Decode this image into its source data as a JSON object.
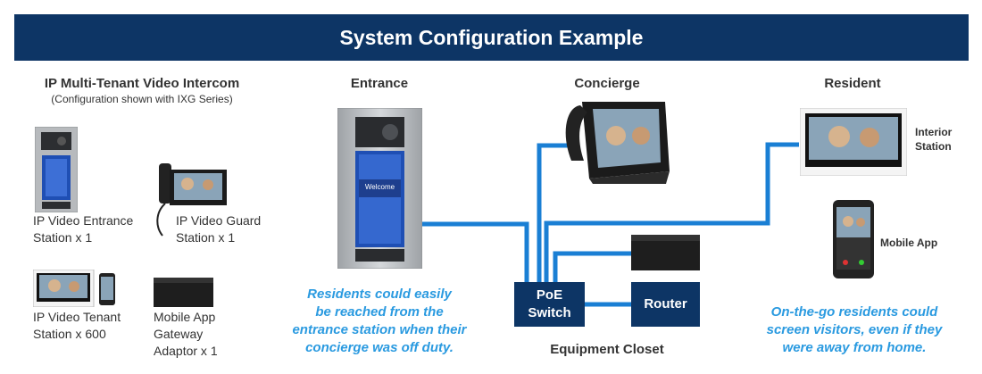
{
  "banner": {
    "title": "System Configuration Example"
  },
  "left": {
    "title": "IP Multi-Tenant Video Intercom",
    "subtitle": "(Configuration shown with IXG Series)",
    "entrance_station": "IP Video Entrance\nStation x 1",
    "guard_station": "IP Video Guard\nStation x 1",
    "tenant_station": "IP Video Tenant\nStation x 600",
    "gateway": "Mobile App\nGateway\nAdaptor x 1"
  },
  "entrance": {
    "title": "Entrance",
    "screen_text": "Welcome",
    "caption": "Residents could easily\nbe reached from the\nentrance station when their\nconcierge was off duty."
  },
  "concierge": {
    "title": "Concierge"
  },
  "closet": {
    "poe_switch": "PoE\nSwitch",
    "router": "Router",
    "title": "Equipment Closet"
  },
  "resident": {
    "title": "Resident",
    "interior_station": "Interior\nStation",
    "mobile_app": "Mobile App",
    "caption": "On-the-go residents could\nscreen visitors, even if they\nwere away from home."
  },
  "colors": {
    "navy": "#0d3565",
    "line_blue": "#1a7fd4",
    "caption_blue": "#2a9ae0"
  },
  "icons": [
    "entrance-panel-icon",
    "guard-phone-icon",
    "tenant-monitor-icon",
    "gateway-box-icon",
    "mobile-phone-icon"
  ]
}
